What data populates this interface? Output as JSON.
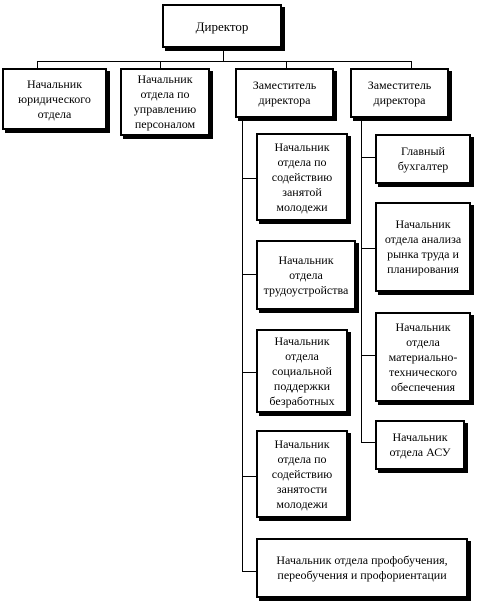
{
  "director": "Директор",
  "top_level": [
    "Начальник юридического отдела",
    "Начальник отдела по управлению персоналом",
    "Заместитель директора",
    "Заместитель директора"
  ],
  "deputy1_units": [
    "Начальник отдела по содействию занятой молодежи",
    "Начальник отдела трудоустройства",
    "Начальник отдела социальной поддержки безработных",
    "Начальник отдела по содействию занятости молодежи",
    "Начальник отдела профобучения, переобучения и профориентации"
  ],
  "deputy2_units": [
    "Главный бухгалтер",
    "Начальник отдела анализа рынка труда и планирования",
    "Начальник отдела материально-технического обеспечения",
    "Начальник отдела АСУ"
  ]
}
